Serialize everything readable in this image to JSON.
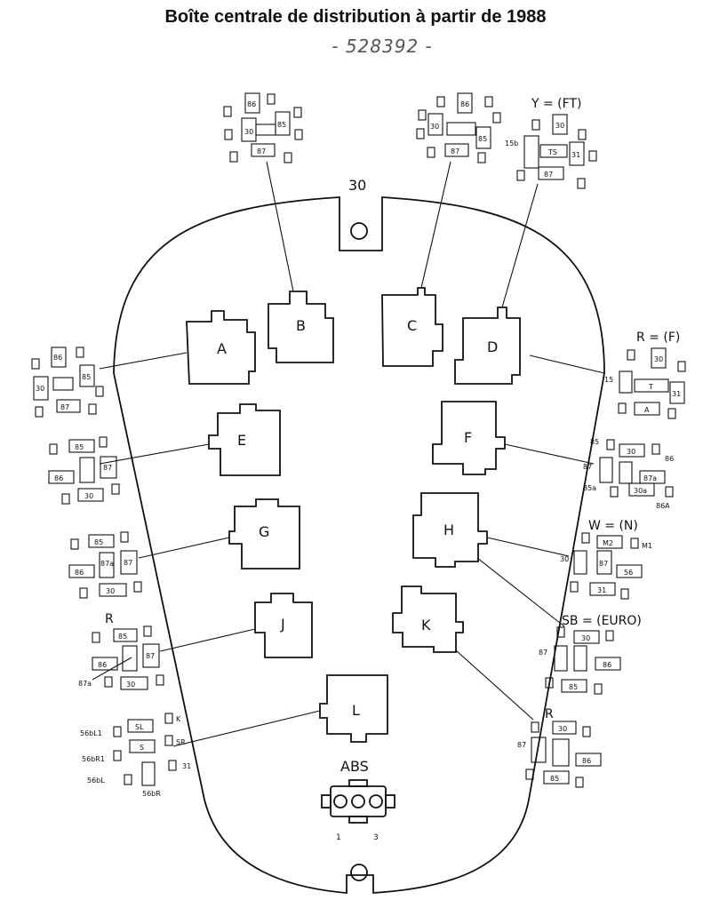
{
  "title": "Boîte centrale de distribution à partir de 1988",
  "subtitle": "- 528392 -",
  "top_label": "30",
  "abs": {
    "label": "ABS",
    "pin_left": "1",
    "pin_right": "3"
  },
  "relays": {
    "A": "A",
    "B": "B",
    "C": "C",
    "D": "D",
    "E": "E",
    "F": "F",
    "G": "G",
    "H": "H",
    "J": "J",
    "K": "K",
    "L": "L"
  },
  "variants": {
    "Y": "Y = (FT)",
    "R_F": "R = (F)",
    "W": "W = (N)",
    "SB": "SB = (EURO)",
    "R_J": "R",
    "R_K": "R"
  },
  "pins": {
    "p86": "86",
    "p85": "85",
    "p30": "30",
    "p87": "87",
    "p87a": "87a",
    "p15b": "15b",
    "p15": "15",
    "pTS": "TS",
    "pT": "T",
    "pA": "A",
    "p31": "31",
    "pM2": "M2",
    "pM1": "M1",
    "p56": "56",
    "p85a": "85a",
    "p30a": "30a",
    "p86A": "86A",
    "p86b": "86",
    "p87_F": "87",
    "p56bL1": "56bL1",
    "p56bR1": "56bR1",
    "p56bL": "56bL",
    "p56bR": "56bR",
    "pSL": "SL",
    "pS": "S",
    "pK": "K",
    "pSR": "SR"
  }
}
